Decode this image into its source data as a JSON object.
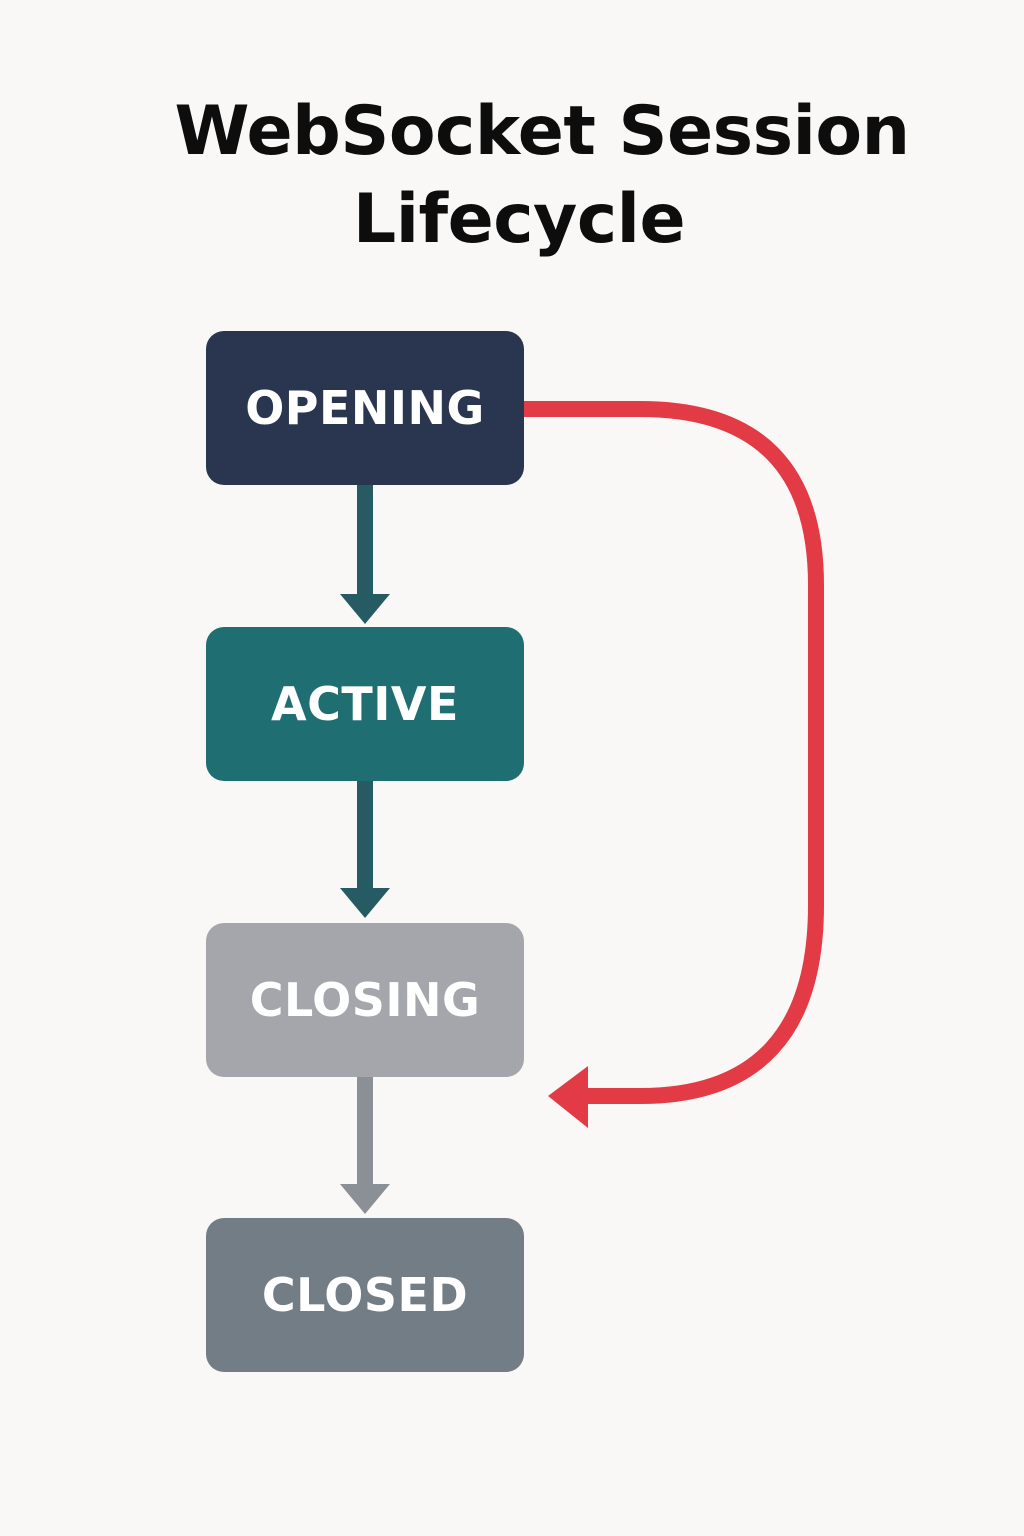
{
  "title": {
    "line1": "WebSocket Session",
    "line2": "Lifecycle"
  },
  "states": {
    "opening": {
      "label": "OPENING",
      "color": "#2a3650"
    },
    "active": {
      "label": "ACTIVE",
      "color": "#1f6f72"
    },
    "closing": {
      "label": "CLOSING",
      "color": "#a4a6ab"
    },
    "closed": {
      "label": "CLOSED",
      "color": "#737d85"
    }
  },
  "transitions": [
    {
      "from": "opening",
      "to": "active",
      "color": "#275b63"
    },
    {
      "from": "active",
      "to": "closing",
      "color": "#275b63"
    },
    {
      "from": "closing",
      "to": "closed",
      "color": "#8b8f96"
    },
    {
      "from": "opening",
      "to": "closing",
      "color": "#e23b45"
    }
  ]
}
